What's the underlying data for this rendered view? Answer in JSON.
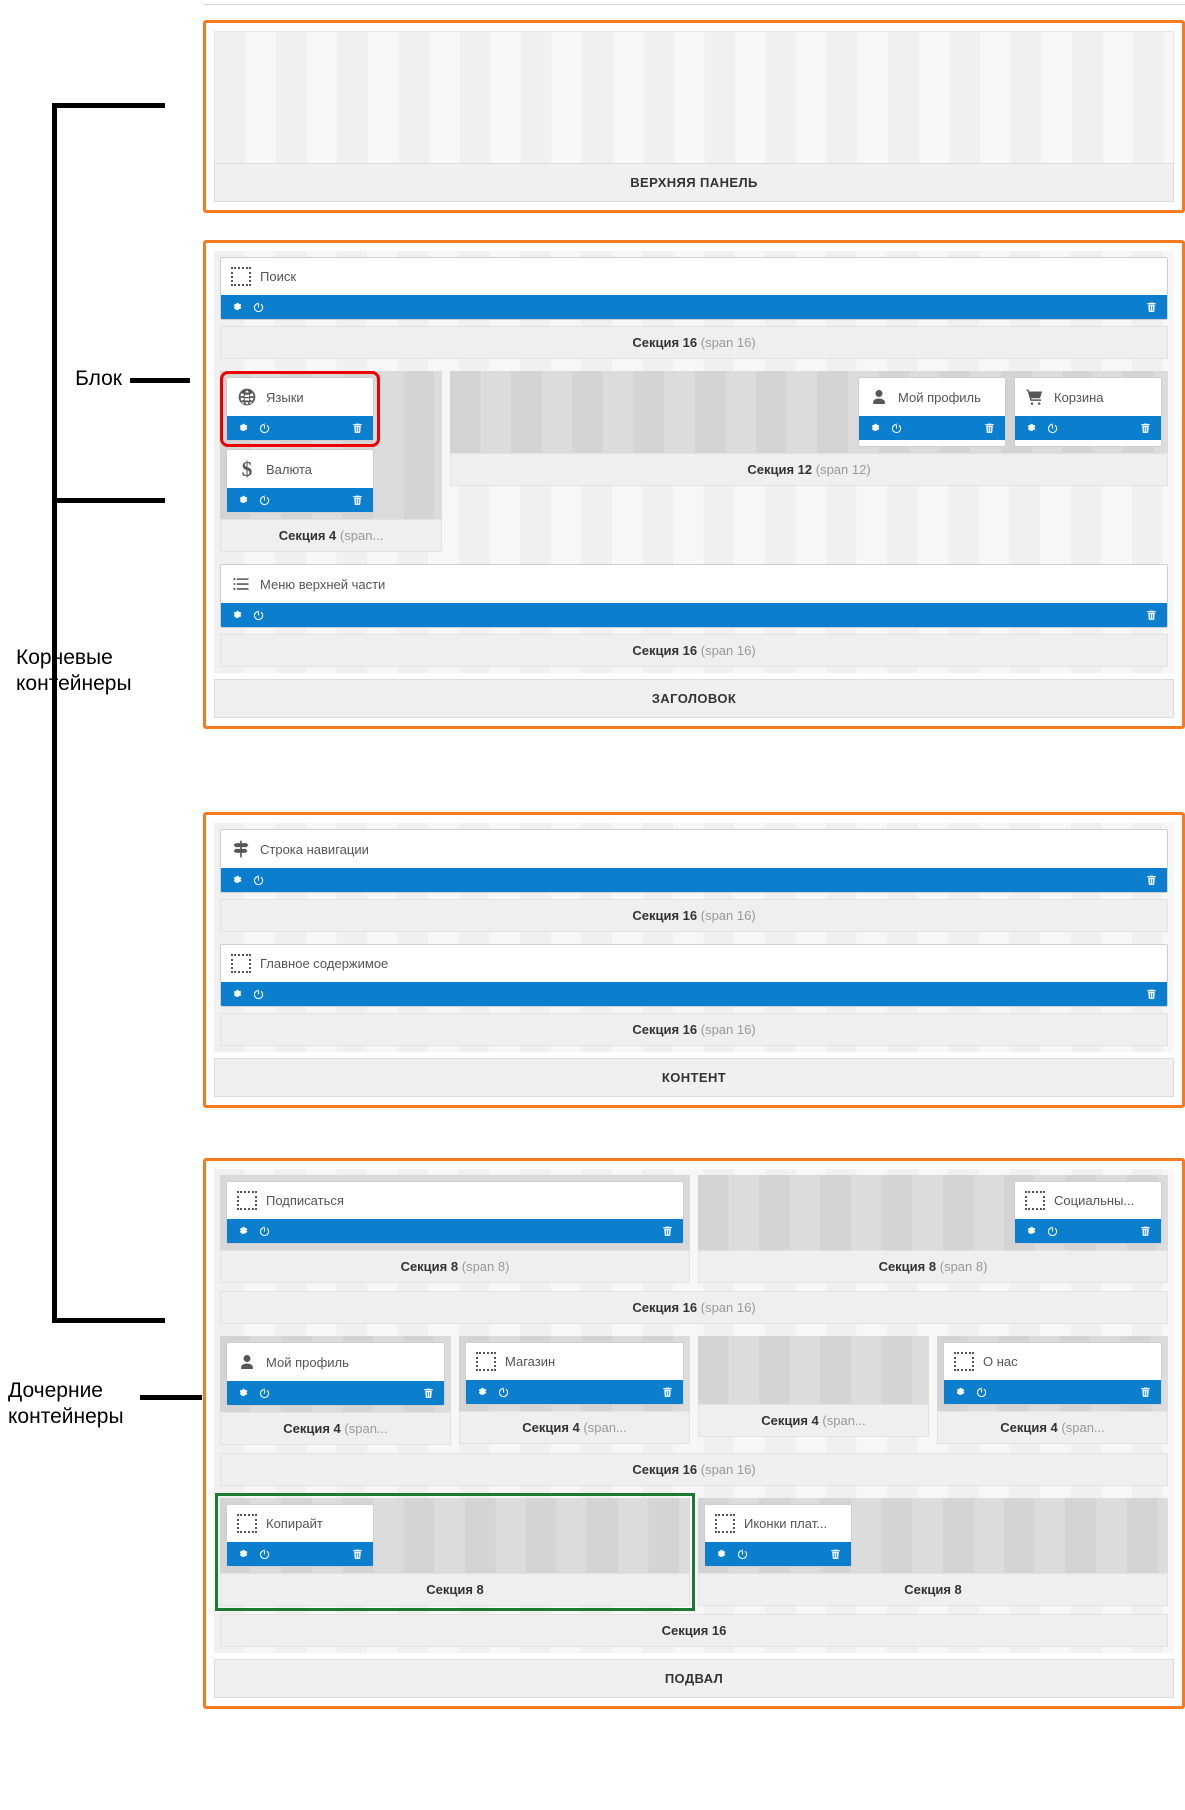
{
  "annotations": [
    {
      "id": "block",
      "label": "Блок"
    },
    {
      "id": "roots",
      "label": "Корневые\nконтейнеры"
    },
    {
      "id": "children",
      "label": "Дочерние\nконтейнеры"
    }
  ],
  "colors": {
    "root_outline": "#f47b20",
    "widget_bar": "#0b7fce",
    "highlight_block": "#ee0000",
    "highlight_child": "#1d7a32",
    "label_text": "#333333",
    "span_note": "#999999"
  },
  "span_notes": {
    "s16": "(span 16)",
    "s12": "(span 12)",
    "s8": "(span 8)",
    "s4": "(span...",
    "none": ""
  },
  "icons": {
    "gear": "gear-icon",
    "power": "power-icon",
    "trash": "trash-icon",
    "placeholder": "placeholder-icon",
    "globe": "globe-icon",
    "dollar": "dollar-icon",
    "user": "user-icon",
    "cart": "cart-icon",
    "list": "list-icon",
    "signpost": "signpost-icon"
  },
  "containers": [
    {
      "name": "topbar",
      "label": "ВЕРХНЯЯ ПАНЕЛЬ",
      "empty": true
    },
    {
      "name": "header",
      "label": "ЗАГОЛОВОК",
      "rows": [
        {
          "type": "single",
          "section": {
            "label": "Секция 16",
            "span": "(span 16)"
          },
          "widget": {
            "title": "Поиск",
            "icon": "placeholder",
            "has_trash": true
          }
        },
        {
          "type": "split",
          "left": {
            "section": {
              "label": "Секция 4",
              "span": "(span..."
            },
            "widgets": [
              {
                "title": "Языки",
                "icon": "globe",
                "has_trash": true,
                "highlight": "red"
              },
              {
                "title": "Валюта",
                "icon": "dollar",
                "has_trash": true
              }
            ]
          },
          "right": {
            "section": {
              "label": "Секция 12",
              "span": "(span 12)"
            },
            "widgets": [
              {
                "title": "Мой профиль",
                "icon": "user",
                "has_trash": true
              },
              {
                "title": "Корзина",
                "icon": "cart",
                "has_trash": true
              }
            ]
          }
        },
        {
          "type": "single",
          "section": {
            "label": "Секция 16",
            "span": "(span 16)"
          },
          "widget": {
            "title": "Меню верхней части",
            "icon": "list",
            "has_trash": true
          }
        }
      ]
    },
    {
      "name": "content",
      "label": "КОНТЕНТ",
      "rows": [
        {
          "type": "single",
          "section": {
            "label": "Секция 16",
            "span": "(span 16)"
          },
          "widget": {
            "title": "Строка навигации",
            "icon": "signpost",
            "has_trash": true
          }
        },
        {
          "type": "single",
          "section": {
            "label": "Секция 16",
            "span": "(span 16)"
          },
          "widget": {
            "title": "Главное содержимое",
            "icon": "placeholder",
            "has_trash": true
          }
        }
      ]
    },
    {
      "name": "footer",
      "label": "ПОДВАЛ",
      "groups": [
        {
          "outer_section": {
            "label": "Секция 16",
            "span": "(span 16)"
          },
          "columns": [
            {
              "section": {
                "label": "Секция 8",
                "span": "(span 8)"
              },
              "align": "left",
              "widget": {
                "title": "Подписаться",
                "icon": "placeholder",
                "has_trash": true
              }
            },
            {
              "section": {
                "label": "Секция 8",
                "span": "(span 8)"
              },
              "align": "right",
              "widget": {
                "title": "Социальны...",
                "icon": "placeholder",
                "has_trash": true
              }
            }
          ]
        },
        {
          "outer_section": {
            "label": "Секция 16",
            "span": "(span 16)"
          },
          "columns": [
            {
              "section": {
                "label": "Секция 4",
                "span": "(span..."
              },
              "align": "left",
              "widget": {
                "title": "Мой профиль",
                "icon": "user",
                "has_trash": true
              }
            },
            {
              "section": {
                "label": "Секция 4",
                "span": "(span..."
              },
              "align": "left",
              "widget": {
                "title": "Магазин",
                "icon": "placeholder",
                "has_trash": true
              }
            },
            {
              "section": {
                "label": "Секция 4",
                "span": "(span..."
              },
              "align": "left",
              "widget": null
            },
            {
              "section": {
                "label": "Секция 4",
                "span": "(span..."
              },
              "align": "left",
              "widget": {
                "title": "О нас",
                "icon": "placeholder",
                "has_trash": true
              }
            }
          ]
        },
        {
          "outer_section": {
            "label": "Секция 16",
            "span": ""
          },
          "columns": [
            {
              "section": {
                "label": "Секция 8",
                "span": ""
              },
              "align": "left",
              "highlight": "green",
              "widget": {
                "title": "Копирайт",
                "icon": "placeholder",
                "has_trash": true
              }
            },
            {
              "section": {
                "label": "Секция 8",
                "span": ""
              },
              "align": "left",
              "widget": {
                "title": "Иконки плат...",
                "icon": "placeholder",
                "has_trash": true
              }
            }
          ]
        }
      ]
    }
  ]
}
